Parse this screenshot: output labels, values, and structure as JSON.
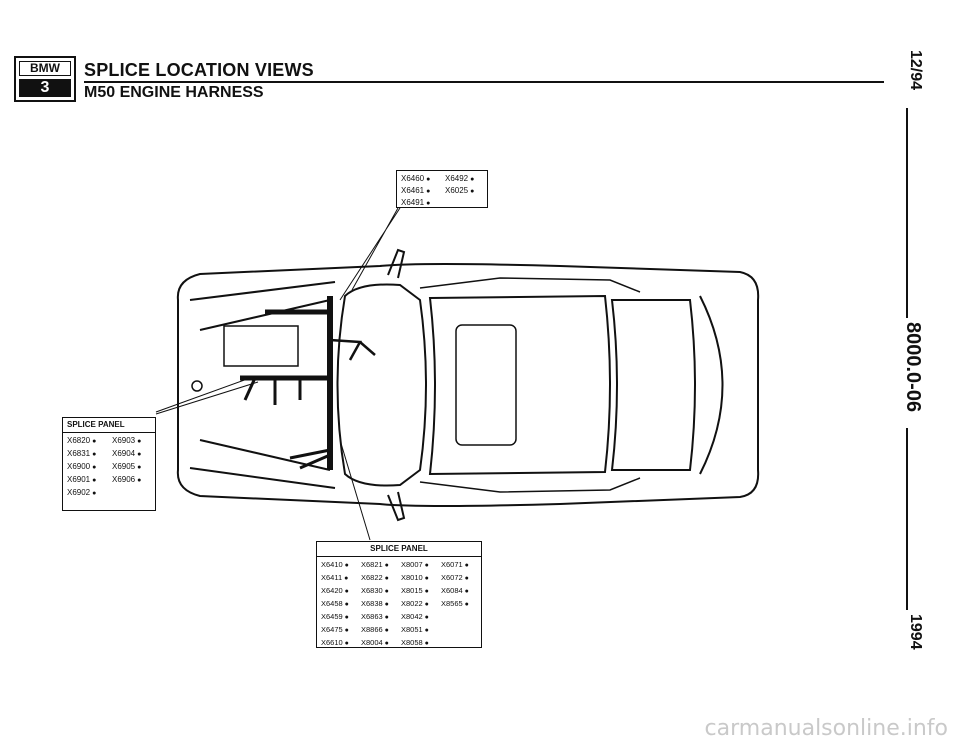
{
  "logo": {
    "brand": "BMW",
    "series": "3"
  },
  "header": {
    "title": "SPLICE LOCATION VIEWS",
    "subtitle": "M50 ENGINE HARNESS"
  },
  "side": {
    "date": "12/94",
    "code": "8000.0-06",
    "year": "1994"
  },
  "callout_top": {
    "items": [
      "X6460",
      "X6492",
      "X6461",
      "X6025",
      "X6491"
    ]
  },
  "callout_left": {
    "title": "SPLICE PANEL",
    "items": [
      "X6820",
      "X6903",
      "X6831",
      "X6904",
      "X6900",
      "X6905",
      "X6901",
      "X6906",
      "X6902"
    ]
  },
  "callout_bottom": {
    "title": "SPLICE PANEL",
    "items": [
      "X6410",
      "X6821",
      "X8007",
      "X6071",
      "X6411",
      "X6822",
      "X8010",
      "X6072",
      "X6420",
      "X6830",
      "X8015",
      "X6084",
      "X6458",
      "X6838",
      "X8022",
      "X8565",
      "X6459",
      "X6863",
      "X8042",
      "X6475",
      "X8866",
      "X8051",
      "X6610",
      "X8004",
      "X8058"
    ]
  },
  "watermark": "carmanualsonline.info"
}
